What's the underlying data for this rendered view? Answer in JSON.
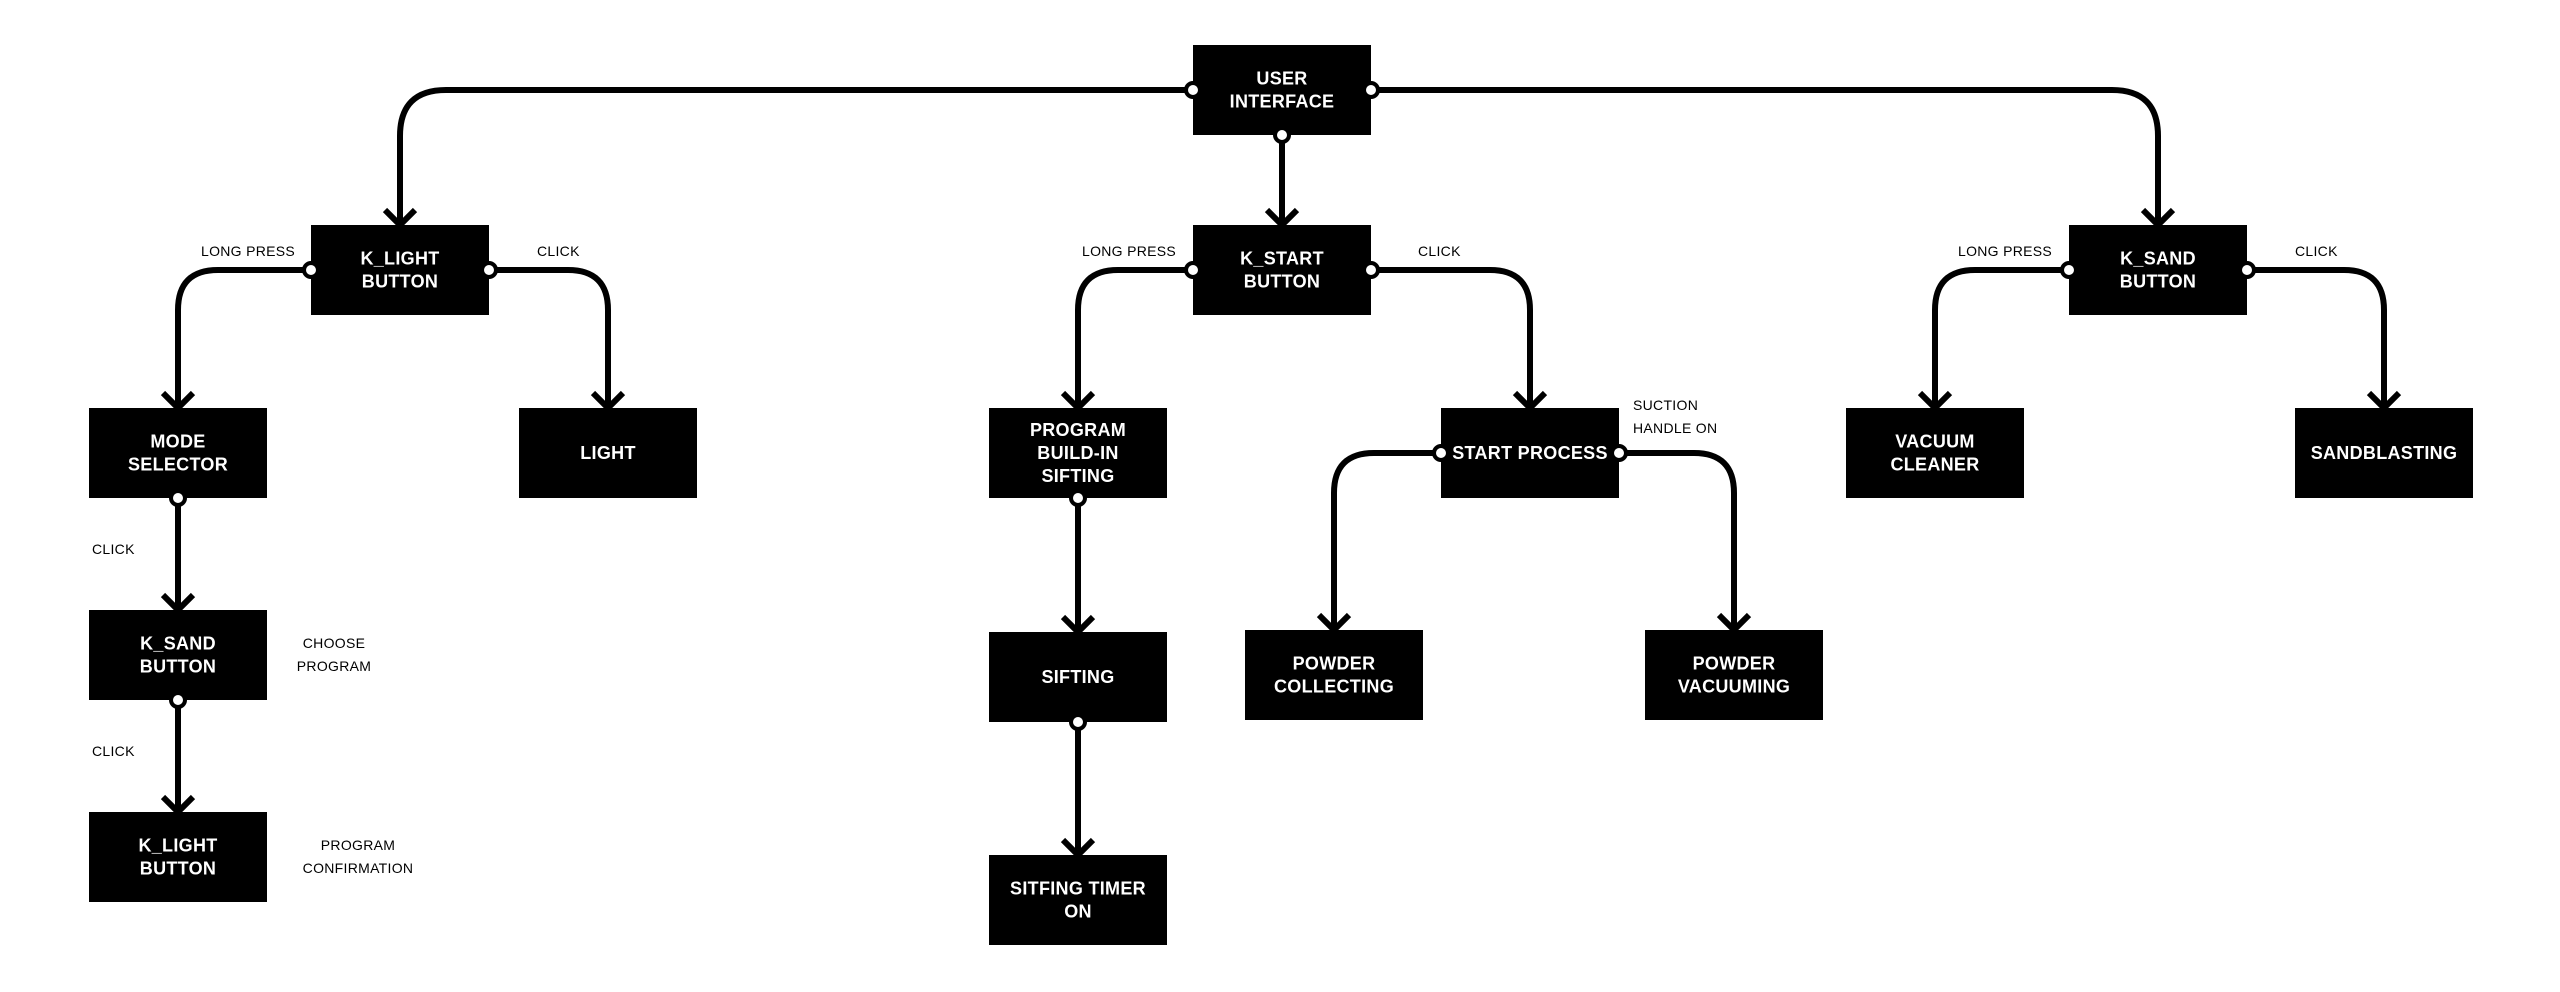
{
  "colors": {
    "node_fill": "#000000",
    "node_text": "#ffffff",
    "line": "#000000",
    "background": "#ffffff"
  },
  "nodes": {
    "user_interface": [
      "USER",
      "INTERFACE"
    ],
    "k_light_button": [
      "K_LIGHT",
      "BUTTON"
    ],
    "k_start_button": [
      "K_START",
      "BUTTON"
    ],
    "k_sand_button": [
      "K_SAND",
      "BUTTON"
    ],
    "mode_selector": [
      "MODE",
      "SELECTOR"
    ],
    "light": [
      "LIGHT"
    ],
    "k_sand_button_2": [
      "K_SAND",
      "BUTTON"
    ],
    "k_light_button_2": [
      "K_LIGHT",
      "BUTTON"
    ],
    "program_build_in_sifting": [
      "PROGRAM",
      "BUILD-IN",
      "SIFTING"
    ],
    "sifting": [
      "SIFTING"
    ],
    "sifting_timer_on": [
      "SITFING TIMER",
      "ON"
    ],
    "start_process": [
      "START PROCESS"
    ],
    "powder_collecting": [
      "POWDER",
      "COLLECTING"
    ],
    "powder_vacuuming": [
      "POWDER",
      "VACUUMING"
    ],
    "vacuum_cleaner": [
      "VACUUM",
      "CLEANER"
    ],
    "sandblasting": [
      "SANDBLASTING"
    ]
  },
  "labels": {
    "light_long_press": [
      "LONG PRESS"
    ],
    "light_click": [
      "CLICK"
    ],
    "start_long_press": [
      "LONG PRESS"
    ],
    "start_click": [
      "CLICK"
    ],
    "sand_long_press": [
      "LONG PRESS"
    ],
    "sand_click": [
      "CLICK"
    ],
    "mode_click": [
      "CLICK"
    ],
    "choose_program": [
      "CHOOSE",
      "PROGRAM"
    ],
    "sand_click_2": [
      "CLICK"
    ],
    "program_confirmation": [
      "PROGRAM",
      "CONFIRMATION"
    ],
    "suction_handle_on": [
      "SUCTION",
      "HANDLE ON"
    ]
  }
}
